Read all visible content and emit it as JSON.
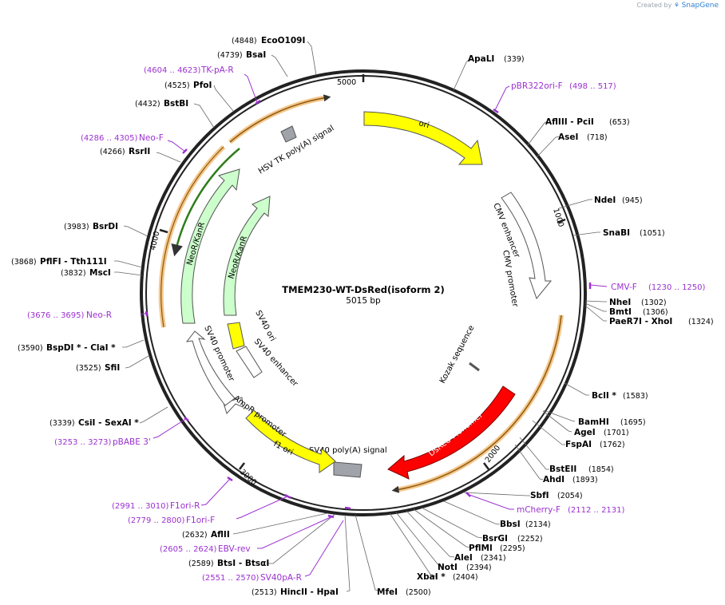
{
  "credit": {
    "prefix": "Created by",
    "brand": "SnapGene"
  },
  "plasmid": {
    "name": "TMEM230-WT-DsRed(isoform 2)",
    "length": "5015 bp"
  },
  "ticks": [
    "1000",
    "2000",
    "3000",
    "4000",
    "5000"
  ],
  "enzymes": [
    {
      "name": "EcoO109I",
      "pos": "(4848)",
      "side": "left"
    },
    {
      "name": "BsaI",
      "pos": "(4739)",
      "side": "left"
    },
    {
      "name": "PfoI",
      "pos": "(4525)",
      "side": "left"
    },
    {
      "name": "BstBI",
      "pos": "(4432)",
      "side": "left"
    },
    {
      "name": "RsrII",
      "pos": "(4266)",
      "side": "left"
    },
    {
      "name": "BsrDI",
      "pos": "(3983)",
      "side": "left"
    },
    {
      "name": "PflFI  - Tth111I",
      "pos": "(3868)",
      "side": "left"
    },
    {
      "name": "MscI",
      "pos": "(3832)",
      "side": "left"
    },
    {
      "name": "BspDI *  - ClaI *",
      "pos": "(3590)",
      "side": "left"
    },
    {
      "name": "SfiI",
      "pos": "(3525)",
      "side": "left"
    },
    {
      "name": "CsiI  - SexAI *",
      "pos": "(3339)",
      "side": "left"
    },
    {
      "name": "AflII",
      "pos": "(2632)",
      "side": "left"
    },
    {
      "name": "BtsI  - BtsαI",
      "pos": "(2589)",
      "side": "left"
    },
    {
      "name": "HincII  - HpaI",
      "pos": "(2513)",
      "side": "left"
    },
    {
      "name": "MfeI",
      "pos": "(2500)",
      "side": "right"
    },
    {
      "name": "XbaI *",
      "pos": "(2404)",
      "side": "right"
    },
    {
      "name": "NotI",
      "pos": "(2394)",
      "side": "right"
    },
    {
      "name": "AleI",
      "pos": "(2341)",
      "side": "right"
    },
    {
      "name": "PflMI",
      "pos": "(2295)",
      "side": "right"
    },
    {
      "name": "BsrGI",
      "pos": "(2252)",
      "side": "right"
    },
    {
      "name": "BbsI",
      "pos": "(2134)",
      "side": "right"
    },
    {
      "name": "SbfI",
      "pos": "(2054)",
      "side": "right"
    },
    {
      "name": "AhdI",
      "pos": "(1893)",
      "side": "right"
    },
    {
      "name": "BstEII",
      "pos": "(1854)",
      "side": "right"
    },
    {
      "name": "FspAI",
      "pos": "(1762)",
      "side": "right"
    },
    {
      "name": "AgeI",
      "pos": "(1701)",
      "side": "right"
    },
    {
      "name": "BamHI",
      "pos": "(1695)",
      "side": "right"
    },
    {
      "name": "BclI *",
      "pos": "(1583)",
      "side": "right"
    },
    {
      "name": "PaeR7I  - XhoI",
      "pos": "(1324)",
      "side": "right"
    },
    {
      "name": "BmtI",
      "pos": "(1306)",
      "side": "right"
    },
    {
      "name": "NheI",
      "pos": "(1302)",
      "side": "right"
    },
    {
      "name": "SnaBI",
      "pos": "(1051)",
      "side": "right"
    },
    {
      "name": "NdeI",
      "pos": "(945)",
      "side": "right"
    },
    {
      "name": "AseI",
      "pos": "(718)",
      "side": "right"
    },
    {
      "name": "AflIII  - PciI",
      "pos": "(653)",
      "side": "right"
    },
    {
      "name": "ApaLI",
      "pos": "(339)",
      "side": "right"
    }
  ],
  "primers": [
    {
      "name": "TK-pA-R",
      "range": "(4604 .. 4623)"
    },
    {
      "name": "Neo-F",
      "range": "(4286 .. 4305)"
    },
    {
      "name": "Neo-R",
      "range": "(3676 .. 3695)"
    },
    {
      "name": "pBABE 3'",
      "range": "(3253 .. 3273)"
    },
    {
      "name": "F1ori-R",
      "range": "(2991 .. 3010)"
    },
    {
      "name": "F1ori-F",
      "range": "(2779 .. 2800)"
    },
    {
      "name": "EBV-rev",
      "range": "(2605 .. 2624)"
    },
    {
      "name": "SV40pA-R",
      "range": "(2551 .. 2570)"
    },
    {
      "name": "pBR322ori-F",
      "range": "(498 .. 517)"
    },
    {
      "name": "CMV-F",
      "range": "(1230 .. 1250)"
    },
    {
      "name": "mCherry-F",
      "range": "(2112 .. 2131)"
    }
  ],
  "features": [
    {
      "name": "ori",
      "color": "#ffff00"
    },
    {
      "name": "CMV enhancer",
      "color": "#ffffff"
    },
    {
      "name": "CMV promoter",
      "color": "#ffffff"
    },
    {
      "name": "Kozak sequence",
      "color": "#888888"
    },
    {
      "name": "DsRed-Monomer",
      "color": "#ff0000"
    },
    {
      "name": "SV40 poly(A) signal",
      "color": "#a0a4aa"
    },
    {
      "name": "f1 ori",
      "color": "#ffff00"
    },
    {
      "name": "AmpR promoter",
      "color": "#ffffff"
    },
    {
      "name": "SV40 promoter",
      "color": "#ffffff"
    },
    {
      "name": "SV40 ori",
      "color": "#ffff00"
    },
    {
      "name": "SV40 enhancer",
      "color": "#ffffff"
    },
    {
      "name": "NeoR/KanR",
      "color": "#ccffcc"
    },
    {
      "name": "NeoR/KanR",
      "color": "#ccffcc"
    },
    {
      "name": "HSV TK poly(A) signal",
      "color": "#a0a4aa"
    }
  ]
}
